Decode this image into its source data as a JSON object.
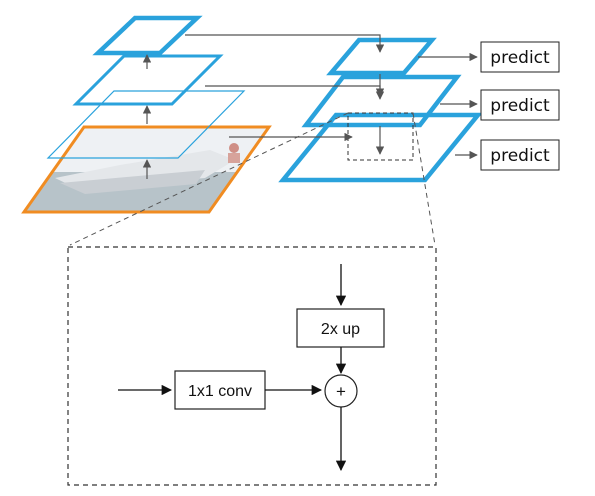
{
  "colors": {
    "pyramid": "#2aa2dc",
    "image_border": "#f08c22",
    "photo_sky": "#eef1f4",
    "photo_water": "#b7c3c9",
    "photo_boat": "#e4e7ea",
    "arrow": "#555555",
    "text": "#111111"
  },
  "predict_boxes": [
    {
      "label": "predict"
    },
    {
      "label": "predict"
    },
    {
      "label": "predict"
    }
  ],
  "detail": {
    "upsample_label": "2x up",
    "conv_label": "1x1 conv",
    "sum_symbol": "+"
  }
}
